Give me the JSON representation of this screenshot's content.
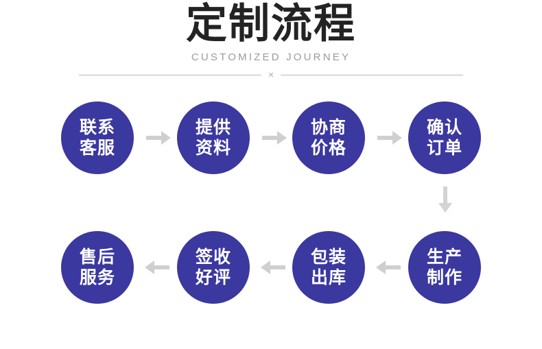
{
  "header": {
    "title": "定制流程",
    "subtitle": "CUSTOMIZED JOURNEY",
    "divider_mark": "×"
  },
  "colors": {
    "node_fill": "#3b38a0",
    "node_text": "#ffffff",
    "arrow": "#cfcfcf",
    "title_text": "#232323",
    "subtitle_text": "#9b9b9b",
    "divider_line": "#b9b9b9",
    "background": "#ffffff"
  },
  "flow": {
    "row1": [
      {
        "step": 1,
        "line1": "联系",
        "line2": "客服"
      },
      {
        "step": 2,
        "line1": "提供",
        "line2": "资料"
      },
      {
        "step": 3,
        "line1": "协商",
        "line2": "价格"
      },
      {
        "step": 4,
        "line1": "确认",
        "line2": "订单"
      }
    ],
    "row2": [
      {
        "step": 8,
        "line1": "售后",
        "line2": "服务"
      },
      {
        "step": 7,
        "line1": "签收",
        "line2": "好评"
      },
      {
        "step": 6,
        "line1": "包装",
        "line2": "出库"
      },
      {
        "step": 5,
        "line1": "生产",
        "line2": "制作"
      }
    ],
    "connectors": {
      "row1": [
        "arrow-right",
        "arrow-right",
        "arrow-right"
      ],
      "row_link": "arrow-down",
      "row2": [
        "arrow-left",
        "arrow-left",
        "arrow-left"
      ]
    }
  }
}
